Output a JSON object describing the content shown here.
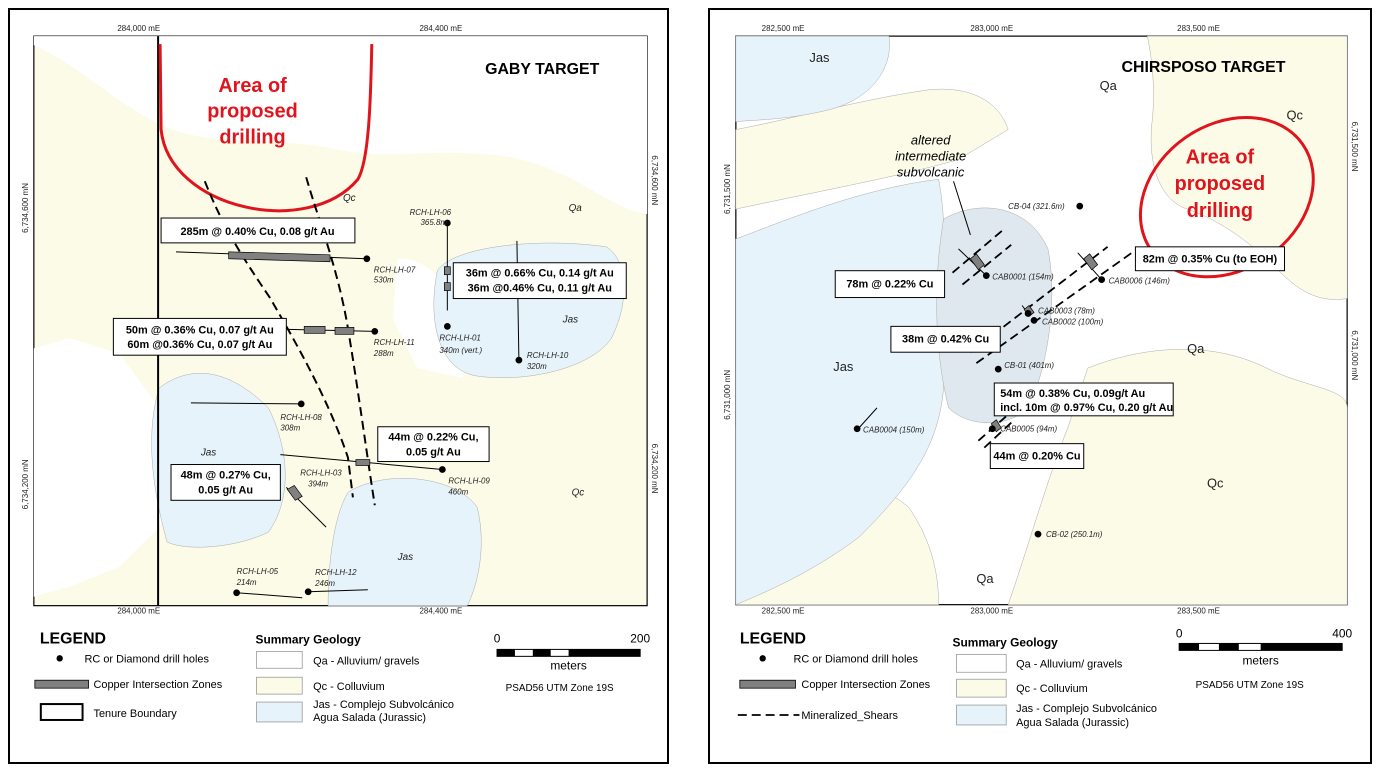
{
  "left": {
    "title": "GABY TARGET",
    "proposed": [
      "Area of",
      "proposed",
      "drilling"
    ],
    "grid": {
      "top_e1": "284,000 mE",
      "top_e2": "284,400 mE",
      "bot_e1": "284,000 mE",
      "bot_e2": "284,400 mE",
      "left_n1": "6,734,600 mN",
      "left_n2": "6,734,200 mN",
      "right_n1": "6,734,600 mN",
      "right_n2": "6,734,200 mN"
    },
    "units": {
      "qc1": "Qc",
      "qa": "Qa",
      "jas1": "Jas",
      "jas2": "Jas",
      "jas3": "Jas",
      "qc2": "Qc"
    },
    "holes": {
      "lh06": [
        "RCH-LH-06",
        "365.8m"
      ],
      "lh07": [
        "RCH-LH-07",
        "530m"
      ],
      "lh11": [
        "RCH-LH-11",
        "288m"
      ],
      "lh01": [
        "RCH-LH-01",
        "340m (vert.)"
      ],
      "lh10": [
        "RCH-LH-10",
        "320m"
      ],
      "lh08": [
        "RCH-LH-08",
        "308m"
      ],
      "lh03": [
        "RCH-LH-03",
        "394m"
      ],
      "lh09": [
        "RCH-LH-09",
        "460m"
      ],
      "lh05": [
        "RCH-LH-05",
        "214m"
      ],
      "lh12": [
        "RCH-LH-12",
        "246m"
      ]
    },
    "intercepts": {
      "b1": [
        "285m @ 0.40% Cu, 0.08 g/t Au"
      ],
      "b2": [
        "36m @ 0.66% Cu, 0.14 g/t Au",
        "36m @0.46% Cu, 0.11 g/t Au"
      ],
      "b3": [
        "50m @ 0.36% Cu, 0.07 g/t Au",
        "60m @0.36% Cu, 0.07 g/t Au"
      ],
      "b4": [
        "44m @ 0.22% Cu,",
        "0.05 g/t Au"
      ],
      "b5": [
        "48m @ 0.27% Cu,",
        "0.05 g/t Au"
      ]
    },
    "legend": {
      "title": "LEGEND",
      "items": [
        "RC or Diamond drill holes",
        "Copper Intersection Zones",
        "Tenure Boundary"
      ],
      "geology_title": "Summary Geology",
      "geology": [
        "Qa - Alluvium/ gravels",
        "Qc - Colluvium",
        "Jas - Complejo Subvolcánico",
        "Agua Salada (Jurassic)"
      ],
      "scale": {
        "min": "0",
        "max": "200",
        "unit": "meters"
      },
      "projection": "PSAD56 UTM Zone 19S"
    }
  },
  "right": {
    "title": "CHIRSPOSO TARGET",
    "proposed": [
      "Area of",
      "proposed",
      "drilling"
    ],
    "grid": {
      "top_e1": "282,500 mE",
      "top_e2": "283,000 mE",
      "top_e3": "283,500 mE",
      "bot_e1": "282,500 mE",
      "bot_e2": "283,000 mE",
      "bot_e3": "283,500 mE",
      "left_n1": "6,731,500 mN",
      "left_n2": "6,731,000 mN",
      "right_n1": "6,731,500 mN",
      "right_n2": "6,731,000 mN"
    },
    "units": {
      "jas1": "Jas",
      "qa1": "Qa",
      "qc1": "Qc",
      "qa2": "Qa",
      "jas2": "Jas",
      "qc2": "Qc",
      "qa3": "Qa"
    },
    "annotation": [
      "altered",
      "intermediate",
      "subvolcanic"
    ],
    "holes": {
      "cb04": "CB-04 (321.6m)",
      "cab0001": "CAB0001 (154m)",
      "cab0006": "CAB0006 (146m)",
      "cab0003": "CAB0003 (78m)",
      "cab0002": "CAB0002 (100m)",
      "cb01": "CB-01 (401m)",
      "cab0004": "CAB0004 (150m)",
      "cab0005": "CAB0005 (94m)",
      "cb02": "CB-02 (250.1m)"
    },
    "intercepts": {
      "b1": [
        "78m @ 0.22% Cu"
      ],
      "b2": [
        "82m @ 0.35% Cu (to EOH)"
      ],
      "b3": [
        "38m @ 0.42% Cu"
      ],
      "b4": [
        "54m @ 0.38% Cu, 0.09g/t Au",
        "incl. 10m @ 0.97% Cu, 0.20 g/t Au"
      ],
      "b5": [
        "44m @ 0.20% Cu"
      ]
    },
    "legend": {
      "title": "LEGEND",
      "items": [
        "RC or Diamond drill holes",
        "Copper Intersection Zones",
        "Mineralized_Shears"
      ],
      "geology_title": "Summary Geology",
      "geology": [
        "Qa - Alluvium/ gravels",
        "Qc - Colluvium",
        "Jas - Complejo Subvolcánico",
        "Agua Salada (Jurassic)"
      ],
      "scale": {
        "min": "0",
        "max": "400",
        "unit": "meters"
      },
      "projection": "PSAD56 UTM Zone 19S"
    }
  },
  "colors": {
    "qa": "#ffffff",
    "qc": "#fbfbe8",
    "jas": "#e6f3fa",
    "proposed": "#e0141c",
    "intercept": "#808080"
  }
}
